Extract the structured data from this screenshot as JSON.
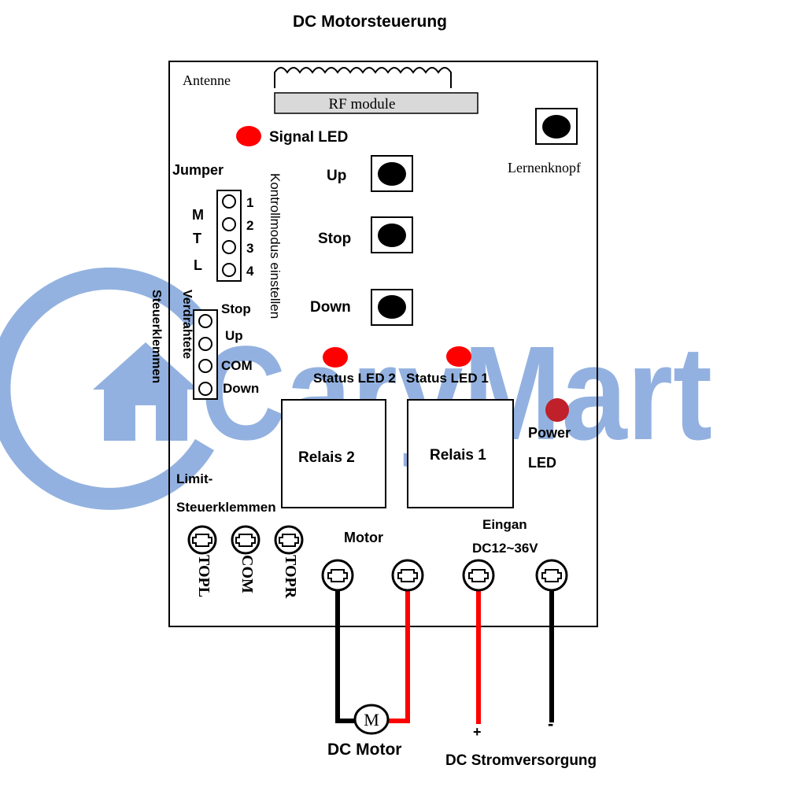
{
  "title": "DC Motorsteuerung",
  "antenna_label": "Antenne",
  "rf_module_label": "RF module",
  "signal_led_label": "Signal LED",
  "learn_button_label": "Lernenknopf",
  "jumper_label": "Jumper",
  "jumper_mode_letters": [
    "M",
    "T",
    "L"
  ],
  "jumper_pin_numbers": [
    "1",
    "2",
    "3",
    "4"
  ],
  "control_mode_label": "Kontrollmodus einstellen",
  "button_labels": {
    "up": "Up",
    "stop": "Stop",
    "down": "Down"
  },
  "wired_terminals_label": "Steuerklemmen",
  "wired_terminals_sublabel": "Verdrahtete",
  "wired_terminal_names": [
    "Stop",
    "Up",
    "COM",
    "Down"
  ],
  "status_led2_label": "Status LED 2",
  "status_led1_label": "Status LED 1",
  "relay2_label": "Relais 2",
  "relay1_label": "Relais 1",
  "power_led_label_line1": "Power",
  "power_led_label_line2": "LED",
  "limit_label_line1": "Limit-",
  "limit_label_line2": "Steuerklemmen",
  "limit_terminal_names": [
    "TOPL",
    "COM",
    "TOPR"
  ],
  "motor_label": "Motor",
  "input_label_line1": "Eingan",
  "input_label_line2": "DC12~36V",
  "motor_symbol": "M",
  "dc_motor_label": "DC Motor",
  "plus_sign": "+",
  "minus_sign": "-",
  "power_supply_label": "DC Stromversorgung",
  "watermark_text": "CaryMart",
  "colors": {
    "led_red": "#ff0000",
    "power_led": "#c0202a",
    "wire_red": "#ff0000",
    "wire_black": "#000000",
    "watermark_blue": "#6f98d6",
    "rf_module_fill": "#d9d9d9"
  }
}
